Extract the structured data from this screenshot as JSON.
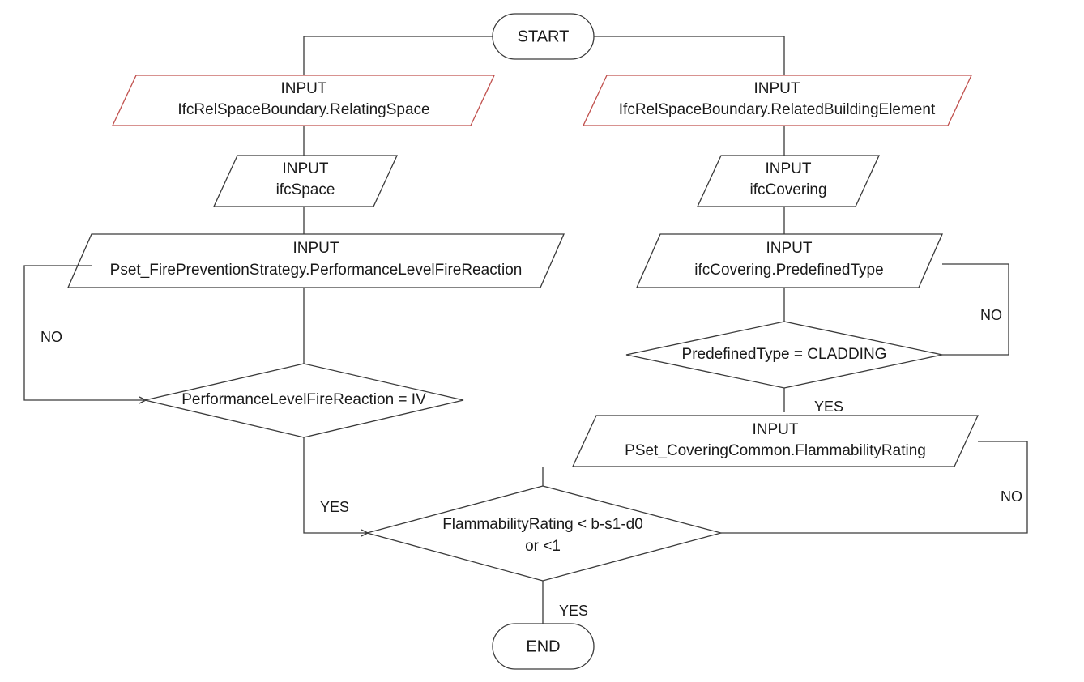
{
  "diagram": {
    "title": "IFC Fire Reaction Compliance Flowchart",
    "type": "flowchart",
    "background_color": "#ffffff",
    "line_color": "#3a3a3a",
    "highlight_border_color": "#c0504d",
    "text_color": "#1a1a1a"
  },
  "nodes": {
    "start": {
      "shape": "terminal",
      "label": "START"
    },
    "end": {
      "shape": "terminal",
      "label": "END"
    },
    "input_relating_space": {
      "shape": "parallelogram",
      "border": "red",
      "line1": "INPUT",
      "line2": "IfcRelSpaceBoundary.RelatingSpace"
    },
    "input_related_building_element": {
      "shape": "parallelogram",
      "border": "red",
      "line1": "INPUT",
      "line2": "IfcRelSpaceBoundary.RelatedBuildingElement"
    },
    "input_ifc_space": {
      "shape": "parallelogram",
      "border": "black",
      "line1": "INPUT",
      "line2": "ifcSpace"
    },
    "input_ifc_covering": {
      "shape": "parallelogram",
      "border": "black",
      "line1": "INPUT",
      "line2": "ifcCovering"
    },
    "input_pset_fire_prevention": {
      "shape": "parallelogram",
      "border": "black",
      "line1": "INPUT",
      "line2": "Pset_FirePreventionStrategy.PerformanceLevelFireReaction"
    },
    "input_predefined_type": {
      "shape": "parallelogram",
      "border": "black",
      "line1": "INPUT",
      "line2": "ifcCovering.PredefinedType"
    },
    "input_flammability_rating": {
      "shape": "parallelogram",
      "border": "black",
      "line1": "INPUT",
      "line2": "PSet_CoveringCommon.FlammabilityRating"
    },
    "decision_performance_level": {
      "shape": "diamond",
      "line1": "PerformanceLevelFireReaction = IV",
      "line2": ""
    },
    "decision_predefined_type": {
      "shape": "diamond",
      "line1": "PredefinedType = CLADDING",
      "line2": ""
    },
    "decision_flammability": {
      "shape": "diamond",
      "line1": "FlammabilityRating < b-s1-d0",
      "line2": "or <1"
    }
  },
  "edge_labels": {
    "performance_no": "NO",
    "performance_yes": "YES",
    "predefined_no": "NO",
    "predefined_yes": "YES",
    "flammability_no": "NO",
    "flammability_yes": "YES"
  }
}
